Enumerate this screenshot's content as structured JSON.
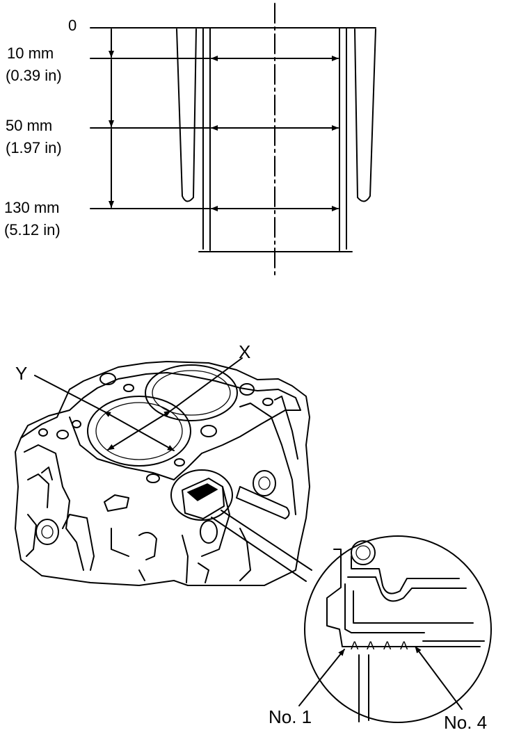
{
  "measurement_diagram": {
    "levels": [
      {
        "line1": "0",
        "line2": ""
      },
      {
        "line1": "10 mm",
        "line2": "(0.39 in)"
      },
      {
        "line1": "50 mm",
        "line2": "(1.97 in)"
      },
      {
        "line1": "130 mm",
        "line2": "(5.12 in)"
      }
    ]
  },
  "block_diagram": {
    "axis_x": "X",
    "axis_y": "Y",
    "bore_codes": [
      "A",
      "A",
      "A",
      "A"
    ],
    "cylinder_first": "No. 1",
    "cylinder_last": "No. 4"
  }
}
